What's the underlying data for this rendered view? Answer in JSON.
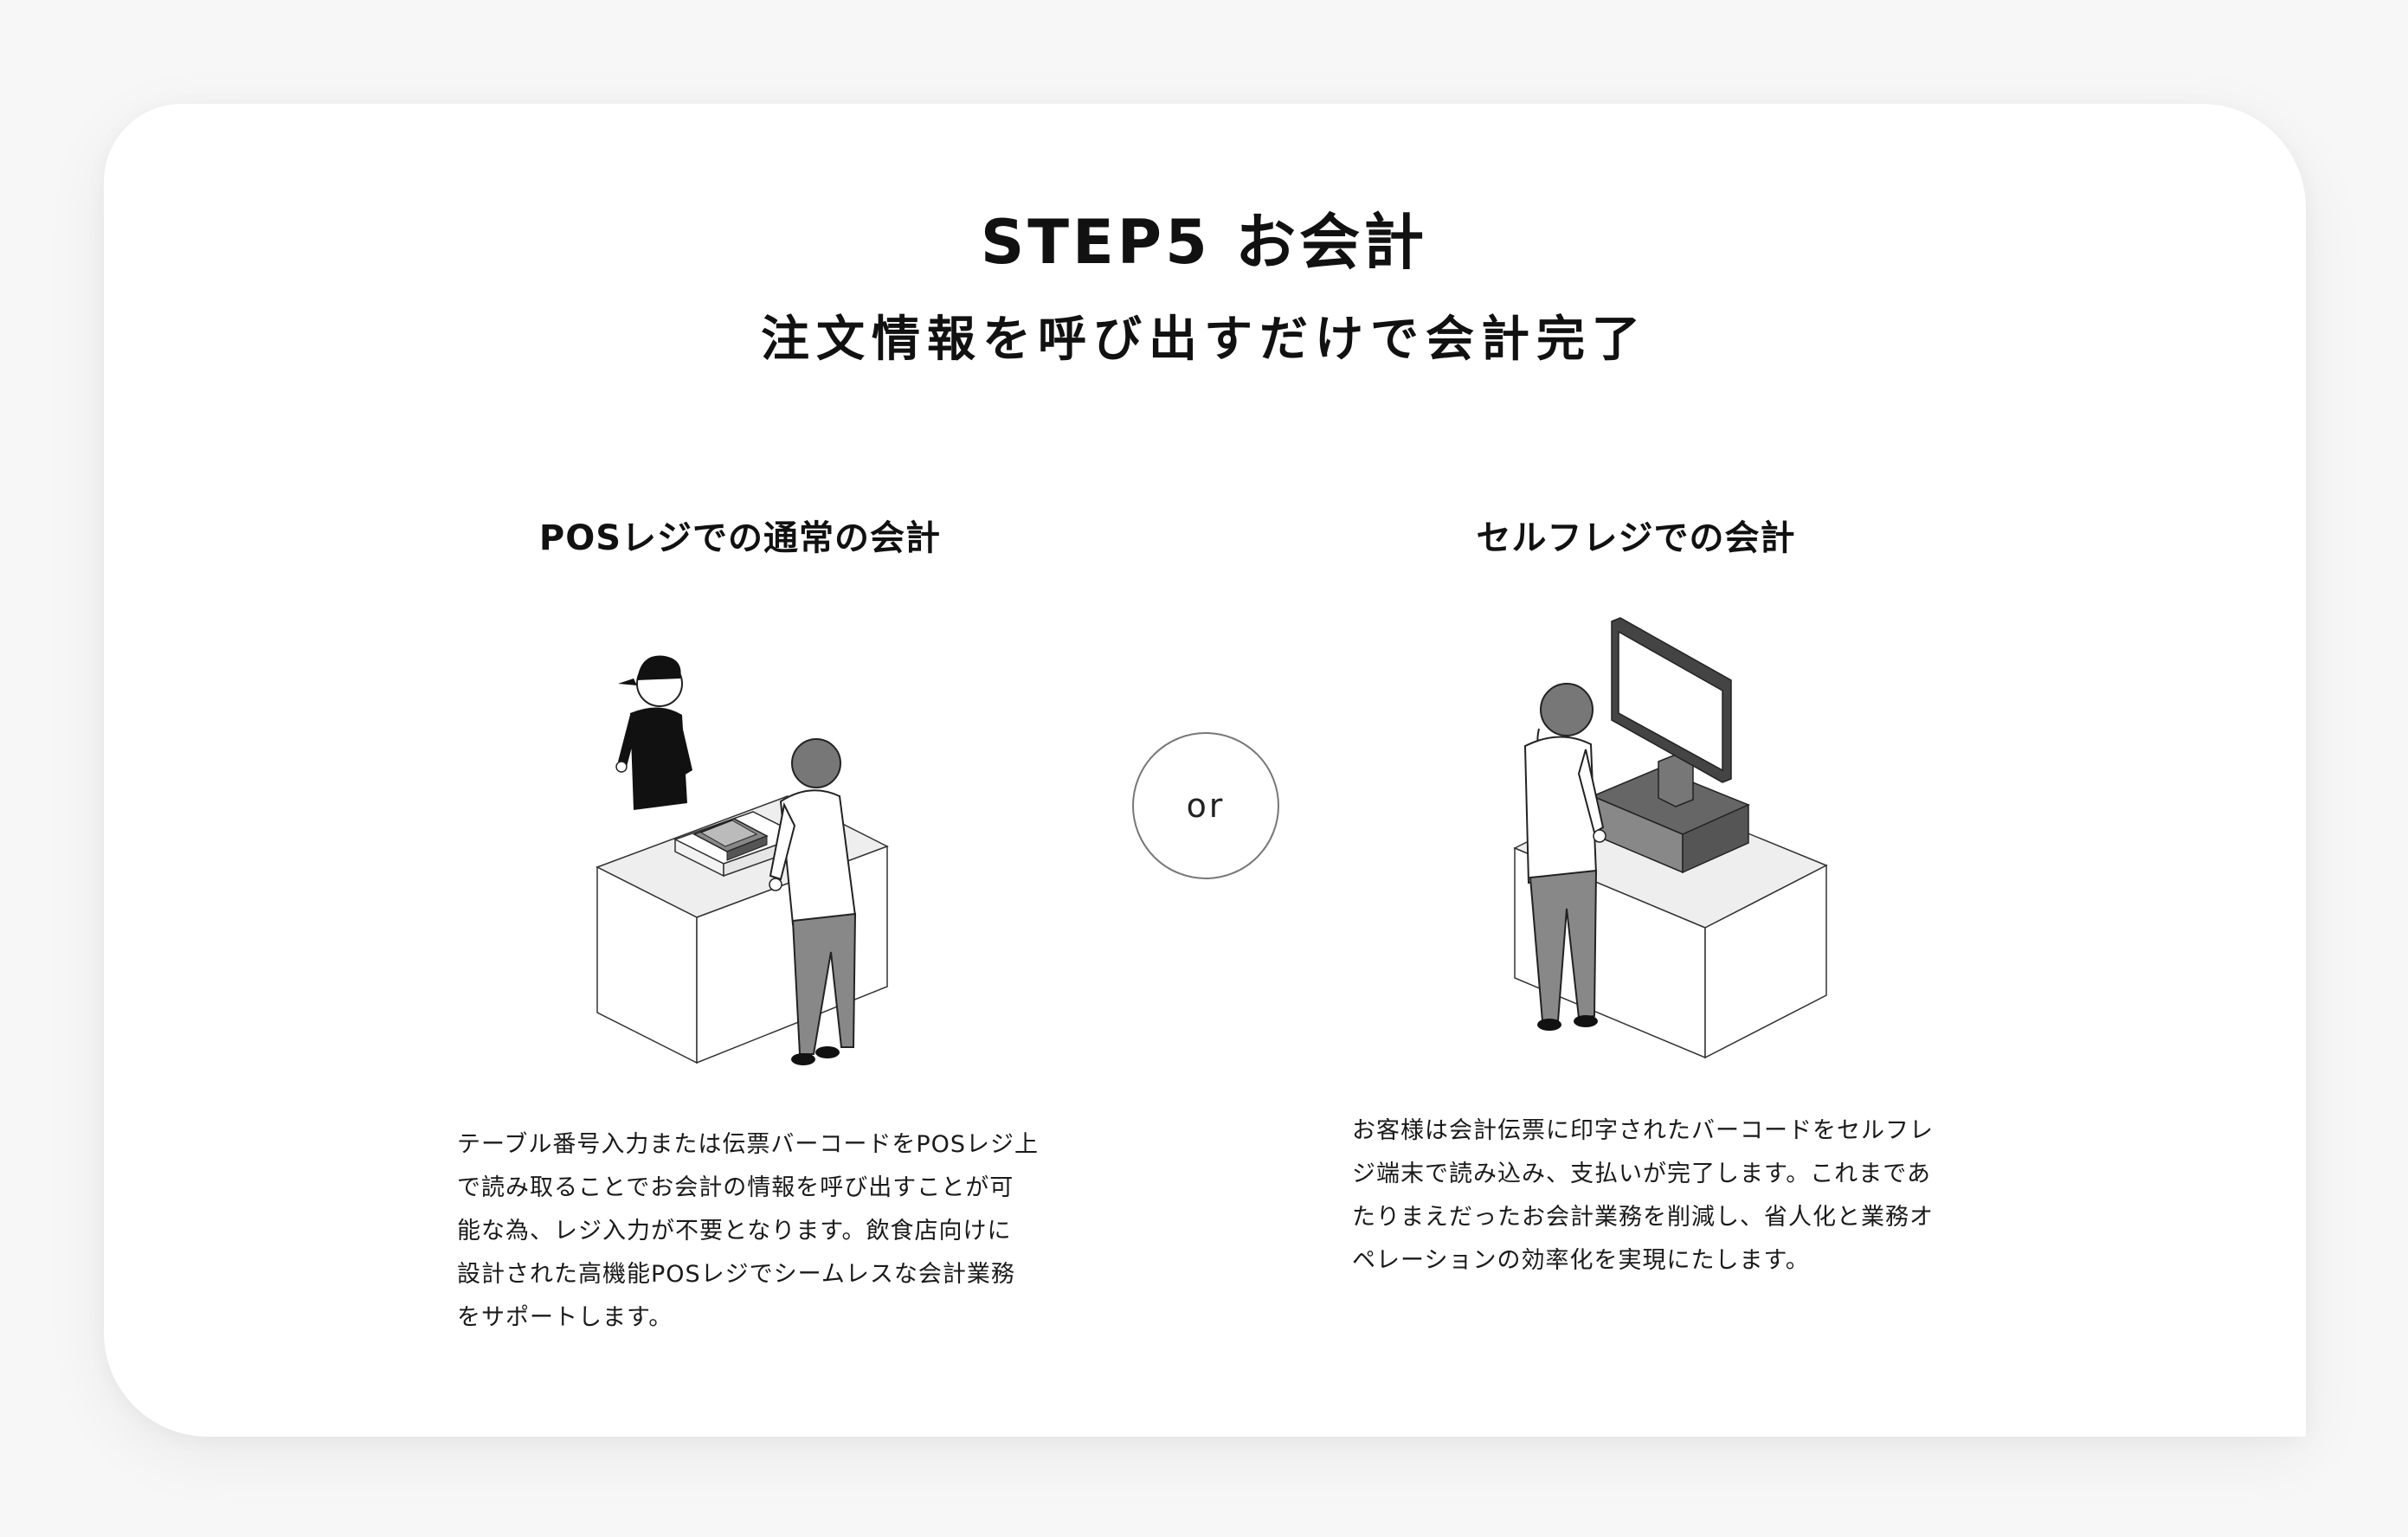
{
  "header": {
    "title": "STEP5 お会計",
    "subtitle": "注文情報を呼び出すだけで会計完了"
  },
  "left": {
    "heading": "POSレジでの通常の会計",
    "lines": [
      "テーブル番号入力または伝票バーコードをPOSレジ上",
      "で読み取ることでお会計の情報を呼び出すことが可",
      "能な為、レジ入力が不要となります。飲食店向けに",
      "設計された高機能POSレジでシームレスな会計業務",
      "をサポートします。"
    ]
  },
  "divider": {
    "label": "or"
  },
  "right": {
    "heading": "セルフレジでの会計",
    "lines": [
      "お客様は会計伝票に印字されたバーコードをセルフレ",
      "ジ端末で読み込み、支払いが完了します。これまであ",
      "たりまえだったお会計業務を削減し、省人化と業務オ",
      "ペレーションの効率化を実現にたします。"
    ]
  }
}
